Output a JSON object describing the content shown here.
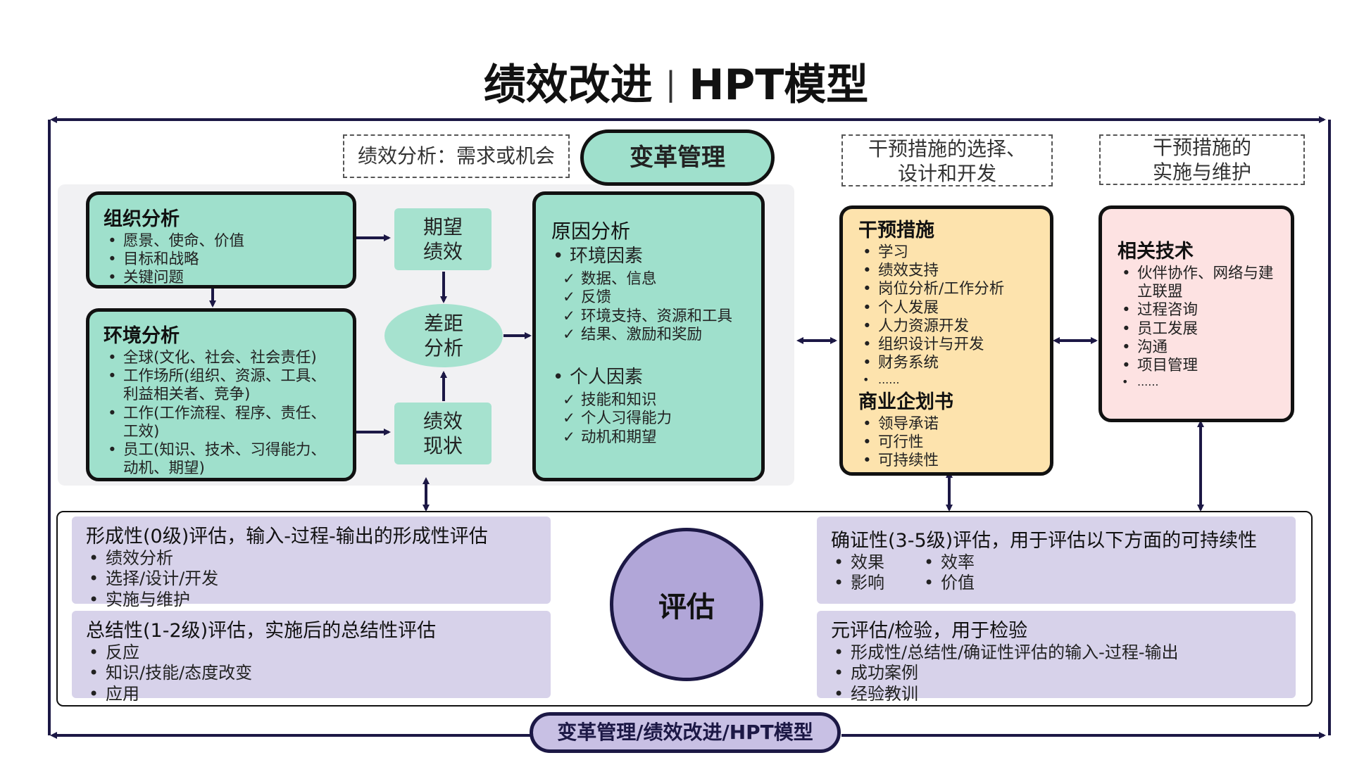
{
  "title": {
    "left": "绩效改进",
    "separator": "|",
    "right": "HPT模型"
  },
  "labels": {
    "analysis": "绩效分析：需求或机会",
    "change": "变革管理",
    "selection": "干预措施的选择、设计和开发",
    "implementation": "干预措施的实施与维护"
  },
  "org": {
    "title": "组织分析",
    "items": [
      "愿景、使命、价值",
      "目标和战略",
      "关键问题"
    ]
  },
  "env": {
    "title": "环境分析",
    "items": [
      "全球(文化、社会、社会责任)",
      "工作场所(组织、资源、工具、利益相关者、竞争)",
      "工作(工作流程、程序、责任、工效)",
      "员工(知识、技术、习得能力、动机、期望)"
    ]
  },
  "desired": "期望绩效",
  "gap": "差距分析",
  "current": "绩效现状",
  "cause": {
    "title": "原因分析",
    "env_title": "环境因素",
    "env_items": [
      "数据、信息",
      "反馈",
      "环境支持、资源和工具",
      "结果、激励和奖励"
    ],
    "ind_title": "个人因素",
    "ind_items": [
      "技能和知识",
      "个人习得能力",
      "动机和期望"
    ]
  },
  "intervention": {
    "title": "干预措施",
    "items": [
      "学习",
      "绩效支持",
      "岗位分析/工作分析",
      "个人发展",
      "人力资源开发",
      "组织设计与开发",
      "财务系统",
      "......"
    ],
    "plan_title": "商业企划书",
    "plan_items": [
      "领导承诺",
      "可行性",
      "可持续性"
    ]
  },
  "tech": {
    "title": "相关技术",
    "items": [
      "伙伴协作、网络与建立联盟",
      "过程咨询",
      "员工发展",
      "沟通",
      "项目管理",
      "......"
    ]
  },
  "formative": {
    "title": "形成性(0级)评估，输入-过程-输出的形成性评估",
    "items": [
      "绩效分析",
      "选择/设计/开发",
      "实施与维护"
    ]
  },
  "summative": {
    "title": "总结性(1-2级)评估，实施后的总结性评估",
    "items": [
      "反应",
      "知识/技能/态度改变",
      "应用"
    ]
  },
  "confirmative": {
    "title": "确证性(3-5级)评估，用于评估以下方面的可持续性",
    "col1": [
      "效果",
      "影响"
    ],
    "col2": [
      "效率",
      "价值"
    ]
  },
  "meta": {
    "title": "元评估/检验，用于检验",
    "items": [
      "形成性/总结性/确证性评估的输入-过程-输出",
      "成功案例",
      "经验教训"
    ]
  },
  "evaluation": "评估",
  "footer": "变革管理/绩效改进/HPT模型",
  "colors": {
    "green": "#9fe0cc",
    "yellow": "#fde3ad",
    "pink": "#fde2e2",
    "lavender": "#d7d2ea",
    "navy": "#1c1845"
  }
}
